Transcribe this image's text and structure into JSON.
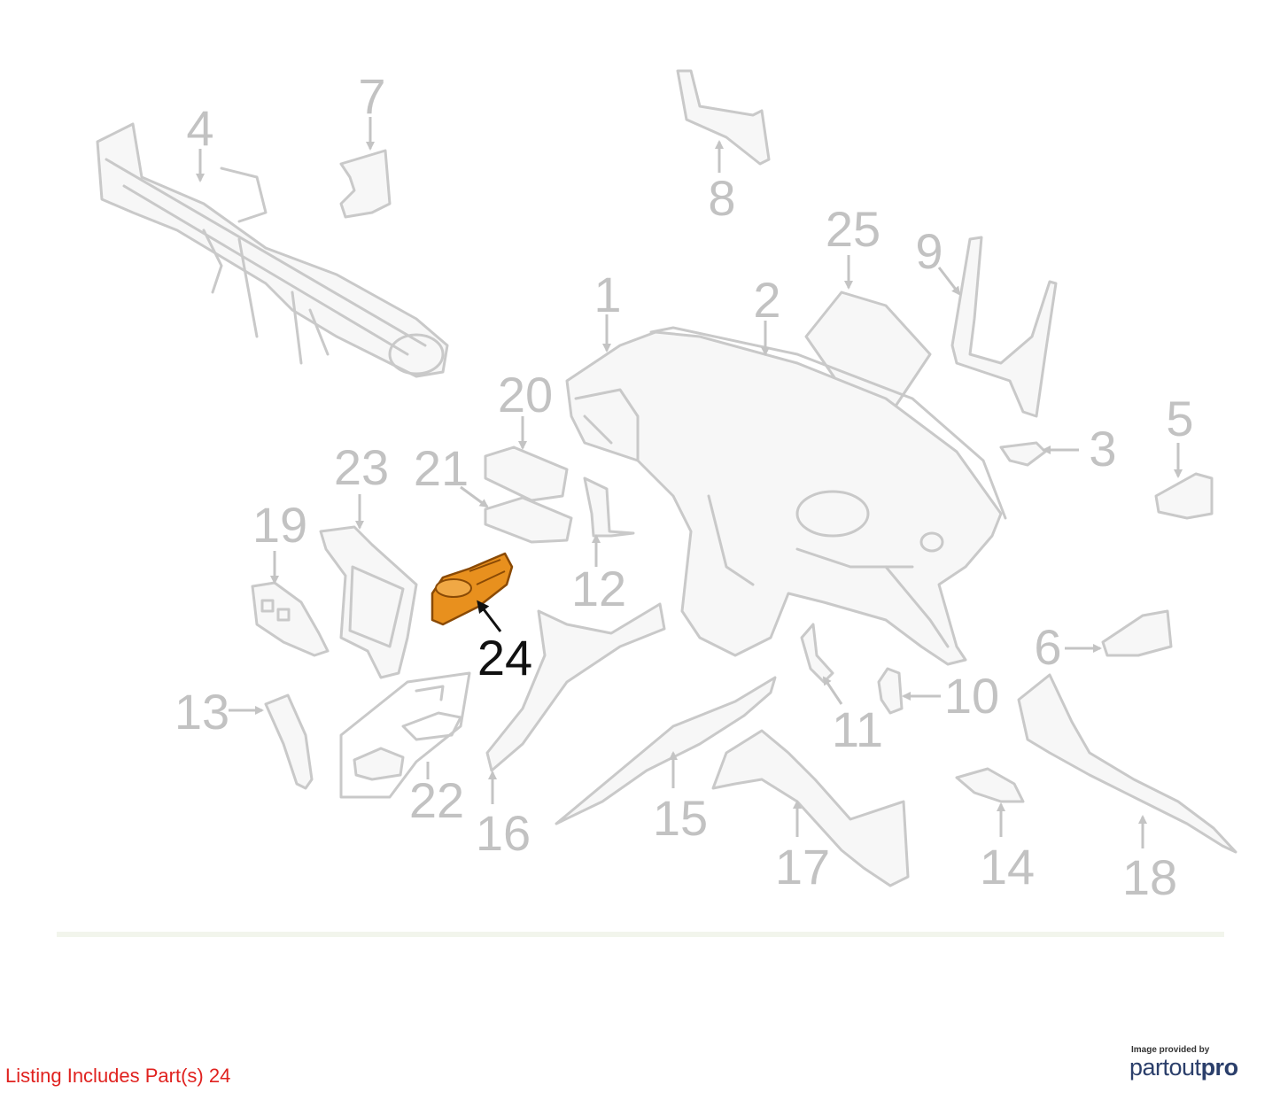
{
  "diagram": {
    "highlighted_part": "24",
    "highlight_color": "#e8901e",
    "line_color": "#c9c9c9",
    "part_numbers": [
      "1",
      "2",
      "3",
      "4",
      "5",
      "6",
      "7",
      "8",
      "9",
      "10",
      "11",
      "12",
      "13",
      "14",
      "15",
      "16",
      "17",
      "18",
      "19",
      "20",
      "21",
      "22",
      "23",
      "24",
      "25"
    ]
  },
  "footer": {
    "listing_note": "Listing Includes Part(s) 24",
    "listing_note_color": "#e0221f",
    "credit_caption": "Image provided by",
    "credit_logo_main": "partout",
    "credit_logo_accent": "pro"
  }
}
